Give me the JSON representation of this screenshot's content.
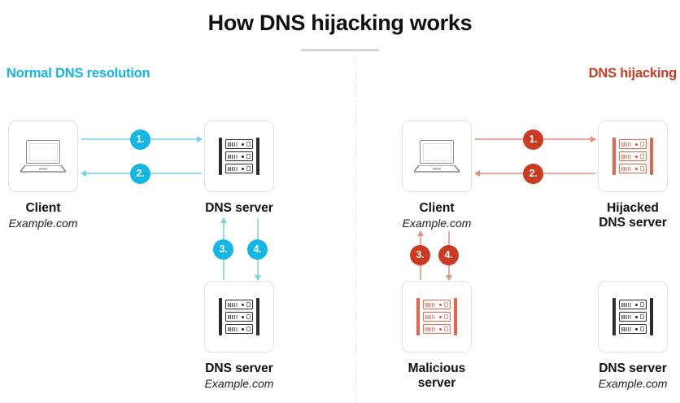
{
  "header": {
    "title": "How DNS hijacking works"
  },
  "panels": {
    "left": {
      "label": "Normal DNS resolution",
      "accent": "#12b5e5"
    },
    "right": {
      "label": "DNS hijacking",
      "accent": "#cc3a22"
    }
  },
  "diagram": {
    "left": {
      "nodes": {
        "client": {
          "caption": "Client",
          "sub": "Example.com",
          "icon": "laptop-icon"
        },
        "dns_top": {
          "caption": "DNS server",
          "sub": "",
          "icon": "server-icon"
        },
        "dns_bottom": {
          "caption": "DNS server",
          "sub": "Example.com",
          "icon": "server-icon"
        }
      },
      "steps": [
        {
          "number": "1.",
          "direction": "right",
          "from": "client",
          "to": "dns_top"
        },
        {
          "number": "2.",
          "direction": "left",
          "from": "dns_top",
          "to": "client"
        },
        {
          "number": "3.",
          "direction": "up",
          "from": "dns_bottom",
          "to": "dns_top"
        },
        {
          "number": "4.",
          "direction": "down",
          "from": "dns_top",
          "to": "dns_bottom"
        }
      ]
    },
    "right": {
      "nodes": {
        "client": {
          "caption": "Client",
          "sub": "Example.com",
          "icon": "laptop-icon"
        },
        "hijacked": {
          "caption": "Hijacked\nDNS server",
          "caption_line1": "Hijacked",
          "caption_line2": "DNS server",
          "sub": "",
          "icon": "server-icon-red"
        },
        "malicious": {
          "caption": "Malicious\nserver",
          "caption_line1": "Malicious",
          "caption_line2": "server",
          "sub": "",
          "icon": "server-icon-red"
        },
        "dns": {
          "caption": "DNS server",
          "sub": "Example.com",
          "icon": "server-icon"
        }
      },
      "steps": [
        {
          "number": "1.",
          "direction": "right",
          "from": "client",
          "to": "hijacked"
        },
        {
          "number": "2.",
          "direction": "left",
          "from": "hijacked",
          "to": "client"
        },
        {
          "number": "3.",
          "direction": "up",
          "from": "malicious",
          "to": "client"
        },
        {
          "number": "4.",
          "direction": "down",
          "from": "client",
          "to": "malicious"
        }
      ]
    }
  }
}
